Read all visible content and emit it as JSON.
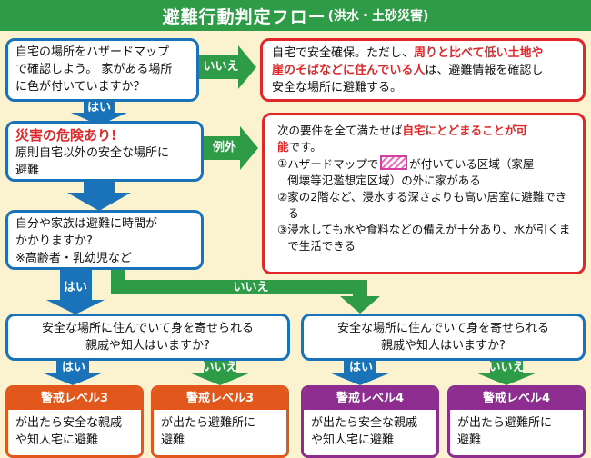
{
  "title": {
    "main": "避難行動判定フロー",
    "sub": "(洪水・土砂災害)"
  },
  "colors": {
    "green": "#2e9b46",
    "blue": "#1a73b8",
    "red": "#e0282b",
    "orange": "#e2571b",
    "purple": "#8c2d8f",
    "background": "#fbf3cf"
  },
  "q1": {
    "lines": [
      "自宅の場所をハザードマップ",
      "で確認しよう。 家がある場所",
      "に色が付いていますか？"
    ]
  },
  "q1_no_label": "いいえ",
  "q1_yes_label": "はい",
  "safe_home": {
    "line1a": "自宅で安全確保。ただし、",
    "line1b": "周りと比べて低い土地や",
    "line2a": "崖のそばなどに住んでいる人",
    "line2b": "は、避難情報を確認し",
    "line3": "安全な場所に避難する。"
  },
  "danger": {
    "heading": "災害の危険あり!",
    "lines": [
      "原則自宅以外の安全な場所に",
      "避難"
    ]
  },
  "exception_label": "例外",
  "exception": {
    "intro_a": "次の要件を全て満たせば",
    "intro_b": "自宅にとどまることが可",
    "intro_c": "能",
    "intro_d": "です。",
    "items": [
      {
        "num": "①",
        "text_a": "ハザードマップで",
        "text_b": "が付いている区域（家屋",
        "text_c": "倒壊等氾濫想定区域）の外に家がある"
      },
      {
        "num": "②",
        "text": "家の2階など、浸水する深さよりも高い居室に避難できる"
      },
      {
        "num": "③",
        "text": "浸水しても水や食料などの備えが十分あり、水が引くまで生活できる"
      }
    ]
  },
  "q2": {
    "lines": [
      "自分や家族は避難に時間が",
      "かかりますか?",
      "※高齢者・乳幼児など"
    ]
  },
  "q2_yes_label": "はい",
  "q2_no_label": "いいえ",
  "q3": {
    "line1": "安全な場所に住んでいて身を寄せられる",
    "line2": "親戚や知人はいますか?"
  },
  "q4": {
    "line1": "安全な場所に住んでいて身を寄せられる",
    "line2": "親戚や知人はいますか?"
  },
  "q3_yes_label": "はい",
  "q3_no_label": "いいえ",
  "q4_yes_label": "はい",
  "q4_no_label": "いいえ",
  "results": [
    {
      "head": "警戒レベル3",
      "lines": [
        "が出たら安全な親戚",
        "や知人宅に避難"
      ]
    },
    {
      "head": "警戒レベル3",
      "lines": [
        "が出たら避難所に",
        "避難"
      ]
    },
    {
      "head": "警戒レベル4",
      "lines": [
        "が出たら安全な親戚",
        "や知人宅に避難"
      ]
    },
    {
      "head": "警戒レベル4",
      "lines": [
        "が出たら避難所に",
        "避難"
      ]
    }
  ]
}
